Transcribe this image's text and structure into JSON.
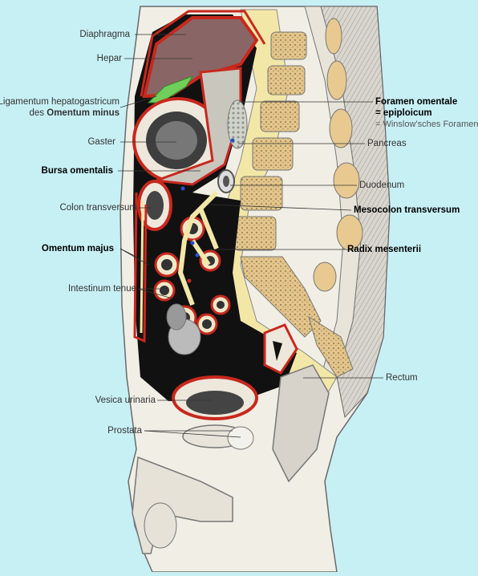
{
  "figure": {
    "background": "#c7f0f5",
    "peritoneum_color": "#c8281e",
    "labels_left": {
      "diaphragma": "Diaphragma",
      "hepar": "Hepar",
      "lig_hepatogastricum": "Ligamentum hepatogastricum",
      "des": "des",
      "omentum_minus": "Omentum minus",
      "gaster": "Gaster",
      "bursa_omentalis": "Bursa omentalis",
      "colon_transversum": "Colon transversum",
      "omentum_majus": "Omentum majus",
      "intestinum_tenue": "Intestinum tenue",
      "vesica_urinaria": "Vesica urinaria",
      "prostata": "Prostata"
    },
    "labels_right": {
      "foramen_omentale": "Foramen omentale",
      "epiploicum": "= epiploicum",
      "winslow": "= Winslow’sches Foramen",
      "pancreas": "Pancreas",
      "duodenum": "Duodenum",
      "mesocolon_transversum": "Mesocolon transversum",
      "radix_mesenterii": "Radix mesenterii",
      "rectum": "Rectum"
    }
  }
}
